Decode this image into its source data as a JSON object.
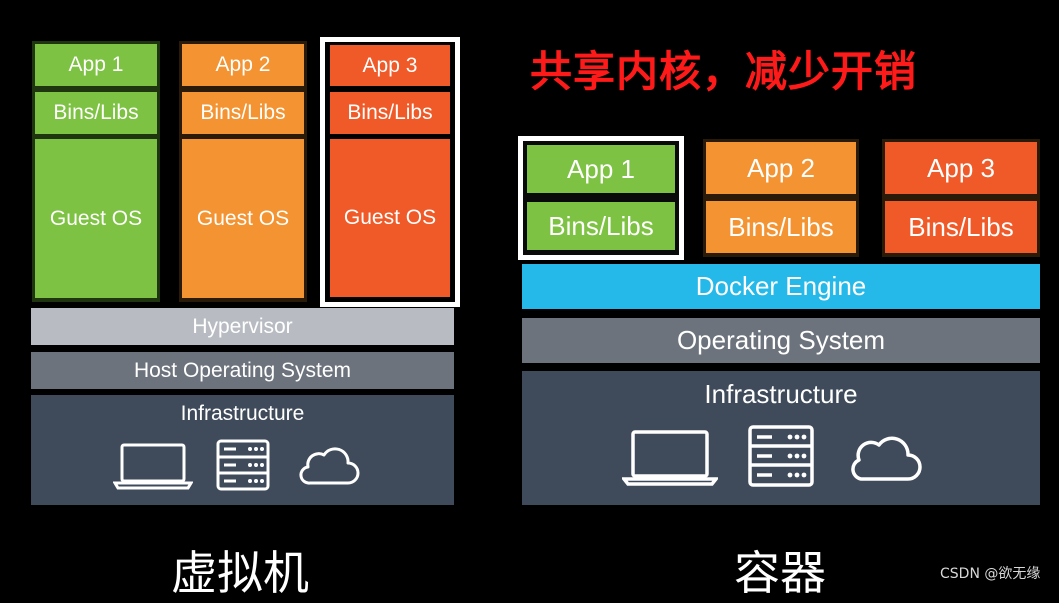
{
  "vm": {
    "columns": [
      {
        "app": "App 1",
        "libs": "Bins/Libs",
        "os": "Guest OS"
      },
      {
        "app": "App 2",
        "libs": "Bins/Libs",
        "os": "Guest OS"
      },
      {
        "app": "App 3",
        "libs": "Bins/Libs",
        "os": "Guest OS"
      }
    ],
    "hypervisor": "Hypervisor",
    "host_os": "Host Operating System",
    "infrastructure": "Infrastructure",
    "caption": "虚拟机"
  },
  "container": {
    "headline": "共享内核，减少开销",
    "columns": [
      {
        "app": "App 1",
        "libs": "Bins/Libs"
      },
      {
        "app": "App 2",
        "libs": "Bins/Libs"
      },
      {
        "app": "App 3",
        "libs": "Bins/Libs"
      }
    ],
    "engine": "Docker Engine",
    "os": "Operating System",
    "infrastructure": "Infrastructure",
    "caption": "容器"
  },
  "watermark": "CSDN @欲无缘",
  "colors": {
    "green": "#7dc242",
    "orange": "#f39331",
    "red": "#ef5a28",
    "docker_blue": "#25b9ea",
    "headline_red": "#ff1a1a"
  },
  "icons": [
    "laptop-icon",
    "server-icon",
    "cloud-icon"
  ]
}
